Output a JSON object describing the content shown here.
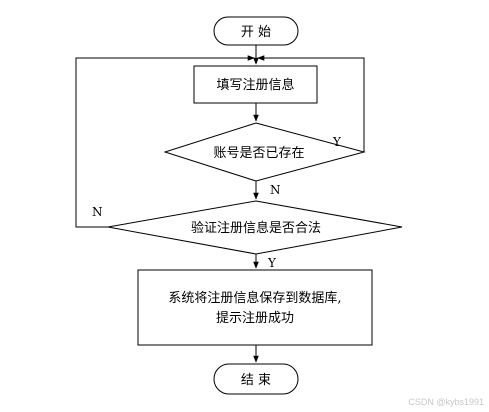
{
  "flowchart": {
    "start": "开 始",
    "fill_info": "填写注册信息",
    "check_exists": "账号是否已存在",
    "validate": "验证注册信息是否合法",
    "save_line1": "系统将注册信息保存到数据库,",
    "save_line2": "提示注册成功",
    "end": "结 束",
    "label_exists_yes": "Y",
    "label_exists_no": "N",
    "label_invalid_no": "N",
    "label_valid_yes": "Y"
  },
  "watermark": "CSDN @kybs1991"
}
